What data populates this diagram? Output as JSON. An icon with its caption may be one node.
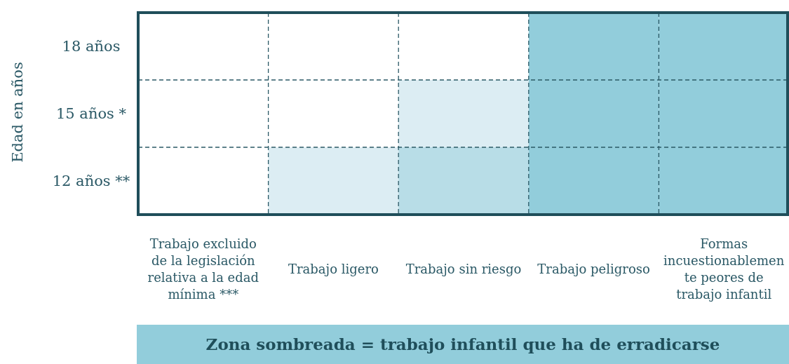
{
  "diagram": {
    "labels": [
      "Edad en años",
      "18 años",
      "15 años *",
      "12 años **",
      "Trabajo excluido de la legislación relativa a la edad mínima ***",
      "Trabajo ligero",
      "Trabajo sin riesgo",
      "Trabajo peligroso",
      "Formas incuestionablemente peores de trabajo infantil"
    ],
    "legend": [
      {
        "text": "Zona sombreada = trabajo infantil que ha de erradicarse",
        "color": "#92cddb"
      }
    ]
  }
}
